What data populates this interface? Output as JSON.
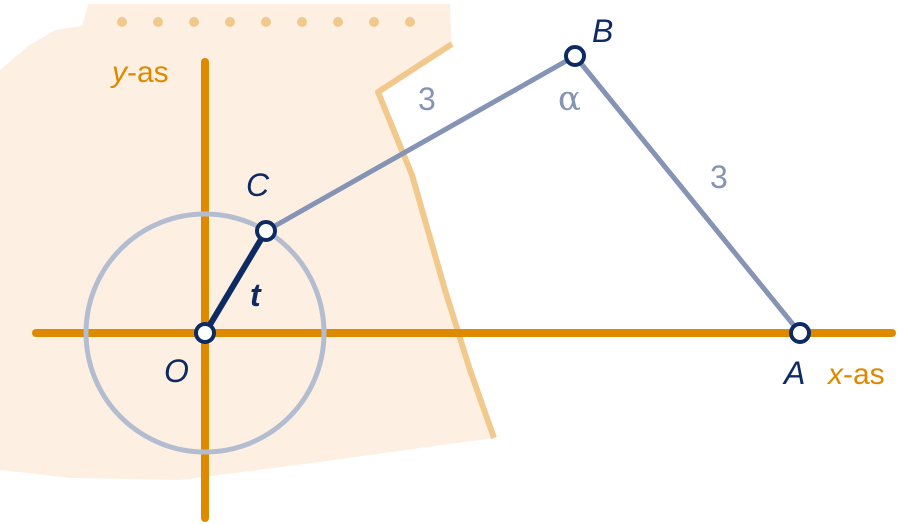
{
  "labels": {
    "y_axis_var": "y",
    "y_axis_suffix": "-as",
    "x_axis_var": "x",
    "x_axis_suffix": "-as",
    "point_A": "A",
    "point_B": "B",
    "point_C": "C",
    "point_O": "O",
    "length_CB": "3",
    "length_BA": "3",
    "angle_B": "α",
    "radius_OC": "t"
  },
  "colors": {
    "axis": "#de8a00",
    "paper_fill": "#fdf0e3",
    "paper_edge": "#f2c98c",
    "circle": "#b4bdd0",
    "linkage": "#8593b4",
    "crank": "#0d2a63",
    "text_dark": "#0d2a63",
    "text_light": "#8593b4"
  }
}
